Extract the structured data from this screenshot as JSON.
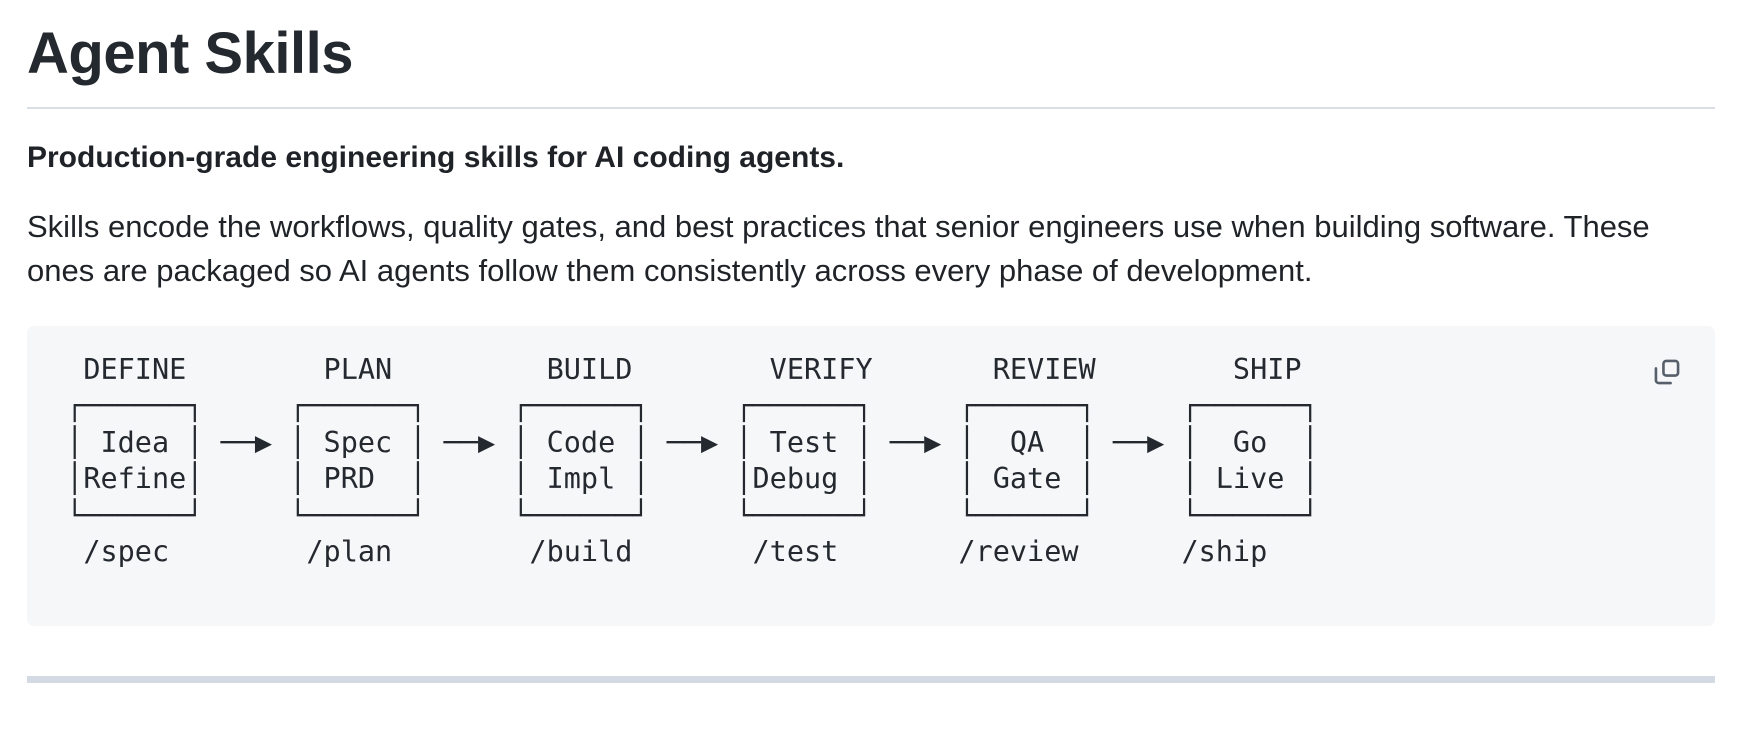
{
  "header": {
    "title": "Agent Skills"
  },
  "intro": {
    "subtitle": "Production-grade engineering skills for AI coding agents.",
    "paragraph": "Skills encode the workflows, quality gates, and best practices that senior engineers use when building software. These ones are packaged so AI agents follow them consistently across every phase of development."
  },
  "code_block": {
    "copy_label": "copy-icon",
    "language": "ascii-diagram",
    "stages": [
      {
        "phase": "DEFINE",
        "line1": "Idea",
        "line2": "Refine",
        "command": "/spec"
      },
      {
        "phase": "PLAN",
        "line1": "Spec",
        "line2": "PRD",
        "command": "/plan"
      },
      {
        "phase": "BUILD",
        "line1": "Code",
        "line2": "Impl",
        "command": "/build"
      },
      {
        "phase": "VERIFY",
        "line1": "Test",
        "line2": "Debug",
        "command": "/test"
      },
      {
        "phase": "REVIEW",
        "line1": "QA",
        "line2": "Gate",
        "command": "/review"
      },
      {
        "phase": "SHIP",
        "line1": "Go",
        "line2": "Live",
        "command": "/ship"
      }
    ],
    "ascii": "  DEFINE        PLAN         BUILD        VERIFY       REVIEW        SHIP\n ┌──────┐     ┌──────┐     ┌──────┐     ┌──────┐     ┌──────┐     ┌──────┐\n │ Idea │ ──▶ │ Spec │ ──▶ │ Code │ ──▶ │ Test │ ──▶ │  QA  │ ──▶ │  Go  │\n │Refine│     │ PRD  │     │ Impl │     │Debug │     │ Gate │     │ Live │\n └──────┘     └──────┘     └──────┘     └──────┘     └──────┘     └──────┘\n  /spec        /plan        /build       /test       /review      /ship"
  },
  "colors": {
    "text": "#1f2328",
    "title": "#24292f",
    "code_bg": "#f6f7f9",
    "rule": "#d8dee4",
    "bottom_rule": "#d3dae3",
    "icon": "#57606a"
  }
}
